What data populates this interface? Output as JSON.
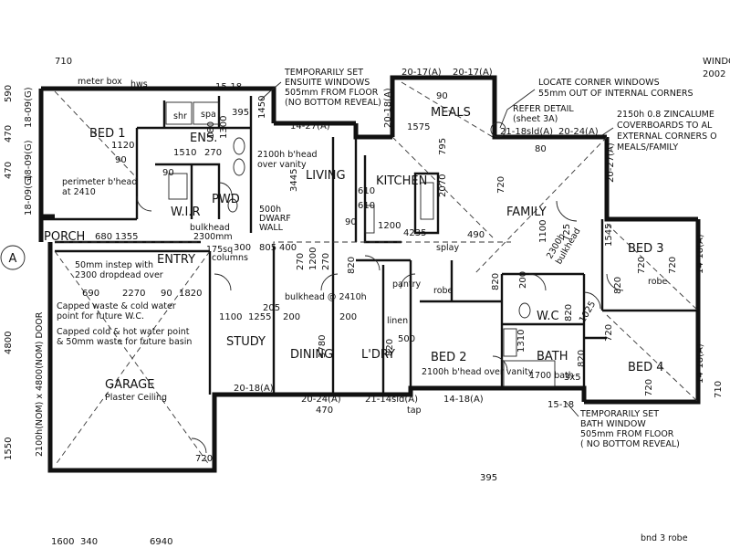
{
  "rooms": {
    "bed1": "BED 1",
    "ens": "ENS.",
    "wir": "W.I.R",
    "pwd": "PWD",
    "porch": "PORCH",
    "entry": "ENTRY",
    "living": "LIVING",
    "kitchen": "KITCHEN",
    "meals": "MEALS",
    "family": "FAMILY",
    "bed3": "BED 3",
    "bed4": "BED 4",
    "bed2": "BED 2",
    "bath": "BATH",
    "wc": "W.C",
    "ldry": "L'DRY",
    "dining": "DINING",
    "study": "STUDY",
    "garage": "GARAGE",
    "garage_sub": "Plaster Ceiling",
    "pantry": "pantry",
    "robe": "robe",
    "linen": "linen",
    "shr": "shr",
    "spa": "spa",
    "bath_label": "1700 bath"
  },
  "notes": {
    "ensuite_windows": [
      "TEMPORARILY SET",
      "ENSUITE WINDOWS",
      "505mm FROM FLOOR",
      "(NO BOTTOM REVEAL)"
    ],
    "corner_windows": [
      "LOCATE CORNER WINDOWS",
      "55mm OUT OF INTERNAL CORNERS"
    ],
    "refer_detail": [
      "REFER DETAIL",
      "(sheet 3A)"
    ],
    "zincalume": [
      "2150h 0.8 ZINCALUME",
      "COVERBOARDS TO AL",
      "EXTERNAL CORNERS O",
      "MEALS/FAMILY"
    ],
    "bath_window": [
      "TEMPORARILY SET",
      "BATH WINDOW",
      "505mm FROM FLOOR",
      "( NO BOTTOM REVEAL)"
    ],
    "perimeter": [
      "perimeter b'head",
      "at 2410"
    ],
    "bulkhead_entry": [
      "bulkhead",
      "2300mm"
    ],
    "dwarf_wall": [
      "500h",
      "DWARF",
      "WALL"
    ],
    "columns": [
      "175sq",
      "columns"
    ],
    "vanity_ens": [
      "2100h b'head",
      "over vanity"
    ],
    "vanity_bed2": [
      "2100h b'head over vanity"
    ],
    "instep": [
      "50mm instep with",
      "2300 dropdead over"
    ],
    "capped_waste": [
      "Capped waste & cold water",
      "point for future W.C."
    ],
    "capped_hot": [
      "Capped cold & hot water point",
      "& 50mm waste for future basin"
    ],
    "bulkhead_2410": "bulkhead @ 2410h",
    "bulkhead_2300": [
      "2300h",
      "bulkhead"
    ],
    "door_side": "2100h(NOM) x 4800(NOM) DOOR",
    "header_top": "WINDO",
    "header_year": "2002",
    "section_marker": "A",
    "meter_box": "meter box",
    "hws": "hws",
    "splay": "splay",
    "tap": "tap",
    "bottom_right": "bnd 3 robe"
  },
  "dims": {
    "top": [
      "710",
      "15-18",
      "1450",
      "20-17(A)",
      "20-17(A)",
      "14-27(A)",
      "20-18(A)",
      "21-18sld(A)",
      "20-24(A)",
      "1575",
      "395"
    ],
    "left": [
      "590",
      "18-09(G)",
      "470",
      "18-09(G)",
      "470",
      "18-09(G)",
      "4800",
      "1550"
    ],
    "interior": [
      "1120",
      "90",
      "1510",
      "270",
      "90",
      "180",
      "1300",
      "3445",
      "610",
      "1200",
      "2070",
      "795",
      "80",
      "90",
      "90",
      "610",
      "1545",
      "725",
      "1100",
      "200",
      "490",
      "4235",
      "300",
      "805",
      "400",
      "270",
      "1200",
      "270",
      "680",
      "1355",
      "690",
      "2270",
      "90",
      "1820",
      "1100",
      "1255",
      "205",
      "200",
      "3780",
      "200",
      "500",
      "1310",
      "1025",
      "3x5",
      "720",
      "820",
      "820",
      "820",
      "820",
      "820",
      "820",
      "720",
      "720",
      "720",
      "720",
      "720"
    ],
    "right": [
      "20-27(A)",
      "14-18(A)",
      "14-18(A)",
      "710",
      "15-18"
    ],
    "bottom": [
      "20-18(A)",
      "20-24(A)",
      "470",
      "21-14sld(A)",
      "14-18(A)",
      "395",
      "1600",
      "340",
      "6940"
    ]
  },
  "icons": [
    "door-swing",
    "section-marker",
    "stairs-grid",
    "toilet",
    "basin"
  ]
}
